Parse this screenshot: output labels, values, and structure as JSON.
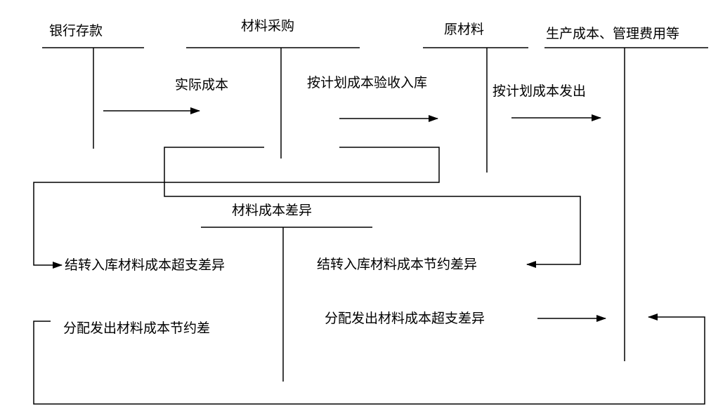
{
  "accounts": {
    "bank_deposit": "银行存款",
    "material_purchase": "材料采购",
    "raw_materials": "原材料",
    "production_cost": "生产成本、管理费用等",
    "material_cost_variance": "材料成本差异"
  },
  "flows": {
    "actual_cost": "实际成本",
    "received_at_planned_cost": "按计划成本验收入库",
    "issued_at_planned_cost": "按计划成本发出",
    "transfer_overrun_variance": "结转入库材料成本超支差异",
    "transfer_saving_variance": "结转入库材料成本节约差异",
    "allocate_saving_variance": "分配发出材料成本节约差",
    "allocate_overrun_variance": "分配发出材料成本超支差异"
  },
  "colors": {
    "line": "#000000",
    "text": "#000000",
    "background": "#ffffff"
  }
}
